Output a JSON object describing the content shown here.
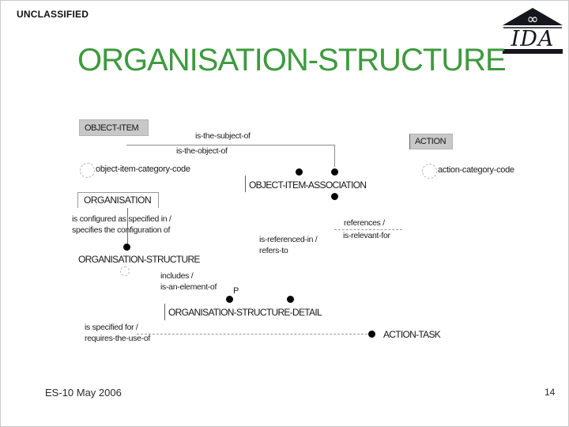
{
  "slide": {
    "classification": "UNCLASSIFIED",
    "title": "ORGANISATION-STRUCTURE",
    "footer": {
      "date": "ES-10 May 2006",
      "page_number": "14"
    }
  },
  "logo": {
    "acronym": "IDA",
    "infinity": "∞"
  },
  "diagram": {
    "entities": {
      "object_item": "OBJECT-ITEM",
      "action": "ACTION",
      "organisation": "ORGANISATION",
      "object_item_association": "OBJECT-ITEM-ASSOCIATION",
      "organisation_structure": "ORGANISATION-STRUCTURE",
      "organisation_structure_detail": "ORGANISATION-STRUCTURE-DETAIL",
      "action_task": "ACTION-TASK"
    },
    "attributes": {
      "object_item_category_code": "object-item-category-code",
      "action_category_code": "action-category-code"
    },
    "relationships": {
      "subject": "is-the-subject-of",
      "object": "is-the-object-of",
      "configured": "is configured as specified in /",
      "specifies": "specifies the configuration of",
      "references": "references /",
      "relevant": "is-relevant-for",
      "referenced_in": "is-referenced-in /",
      "refers_to": "refers-to",
      "includes": "includes /",
      "element_of": "is-an-element-of",
      "p_marker": "P",
      "specified_for": "is specified for /",
      "requires": "requires-the-use-of"
    }
  },
  "colors": {
    "title_green": "#3e9a3e",
    "entity_fill": "#c8c8c8",
    "line_gray": "#8c8c8c",
    "dot_black": "#000000"
  }
}
